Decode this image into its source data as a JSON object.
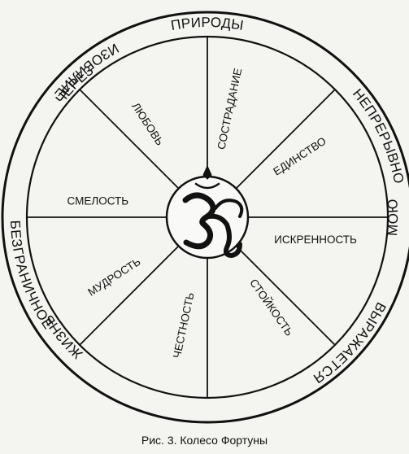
{
  "figure": {
    "caption": "Рис. 3. Колесо Фортуны",
    "center_symbol": "om-symbol",
    "outer_ring_words": [
      "ПРИРОДЫ",
      "НЕПРЕРЫВНО",
      "ВЫРАЖАЕТСЯ",
      "ЧЕРЕЗ",
      "МОЮ",
      "ЖИЗНЬ",
      "БЕЗГРАНИЧНОЕ",
      "ИЗОБИЛИЕ"
    ],
    "spokes": [
      "СОСТРАДАНИЕ",
      "ЕДИНСТВО",
      "ИСКРЕННОСТЬ",
      "СТОЙКОСТЬ",
      "ЧЕСТНОСТЬ",
      "МУДРОСТЬ",
      "СМЕЛОСТЬ",
      "ЛЮБОВЬ"
    ]
  },
  "colors": {
    "ink": "#111111",
    "paper": "#f4f4f1"
  }
}
